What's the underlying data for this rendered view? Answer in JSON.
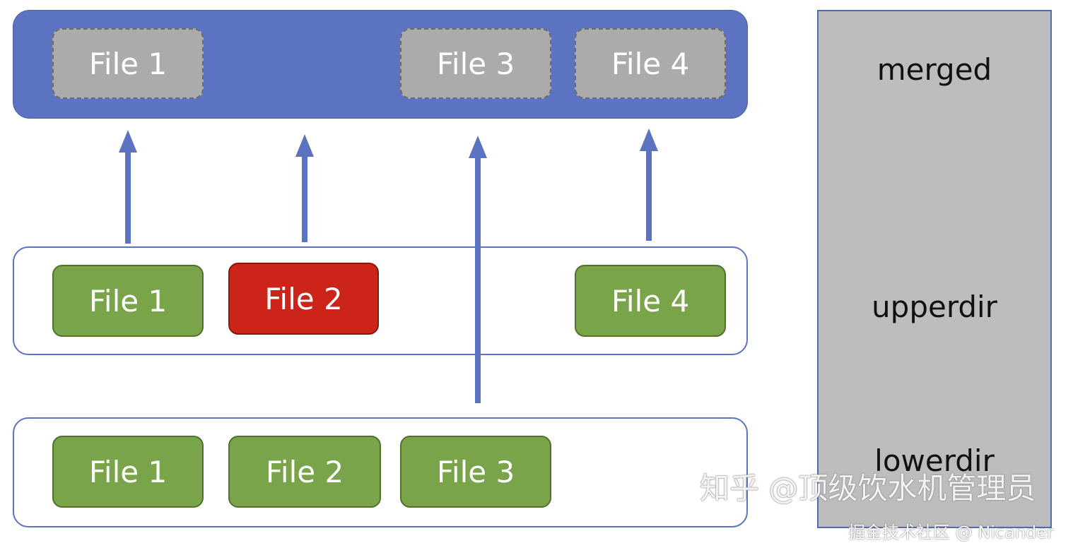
{
  "layers": {
    "merged": {
      "files": [
        {
          "label": "File 1",
          "style": "gray"
        },
        {
          "label": "File 3",
          "style": "gray"
        },
        {
          "label": "File 4",
          "style": "gray"
        }
      ]
    },
    "upperdir": {
      "files": [
        {
          "label": "File 1",
          "style": "green"
        },
        {
          "label": "File 2",
          "style": "red"
        },
        {
          "label": "File 4",
          "style": "green"
        }
      ]
    },
    "lowerdir": {
      "files": [
        {
          "label": "File 1",
          "style": "green"
        },
        {
          "label": "File 2",
          "style": "green"
        },
        {
          "label": "File 3",
          "style": "green"
        }
      ]
    }
  },
  "labels": {
    "merged": "merged",
    "upperdir": "upperdir",
    "lowerdir": "lowerdir"
  },
  "watermarks": {
    "zhihu": "知乎 @顶级饮水机管理员",
    "juejin": "掘金技术社区 @ Nicander"
  },
  "colors": {
    "merged_bg": "#5b73c1",
    "gray_file": "#ababab",
    "green_file": "#79a44a",
    "red_file": "#cc2418",
    "arrow": "#5b73c1"
  }
}
